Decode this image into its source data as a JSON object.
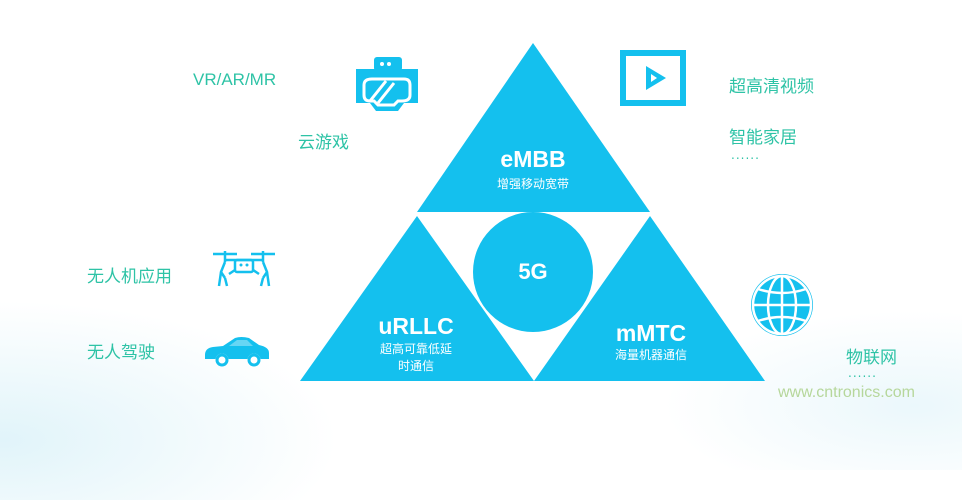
{
  "colors": {
    "primary_blue": "#14c0ee",
    "label_green": "#2ec3a6",
    "white": "#ffffff",
    "watermark": "#b6d79b"
  },
  "center": {
    "label": "5G"
  },
  "triangles": {
    "top": {
      "title": "eMBB",
      "subtitle": "增强移动宽带"
    },
    "bottom_left": {
      "title": "uRLLC",
      "subtitle_line1": "超高可靠低延",
      "subtitle_line2": "时通信"
    },
    "bottom_right": {
      "title": "mMTC",
      "subtitle": "海量机器通信"
    }
  },
  "applications": {
    "embb_left": [
      {
        "label": "VR/AR/MR",
        "icon": "vr-headset-icon"
      },
      {
        "label": "云游戏"
      }
    ],
    "embb_right": [
      {
        "label": "超高清视频",
        "icon": "video-play-icon"
      },
      {
        "label": "智能家居"
      },
      {
        "label": "......"
      }
    ],
    "urllc": [
      {
        "label": "无人机应用",
        "icon": "drone-icon"
      },
      {
        "label": "无人驾驶",
        "icon": "car-icon"
      }
    ],
    "mmtc": [
      {
        "label": "物联网",
        "icon": "globe-icon"
      },
      {
        "label": "......"
      }
    ]
  },
  "watermark": "www.cntronics.com"
}
